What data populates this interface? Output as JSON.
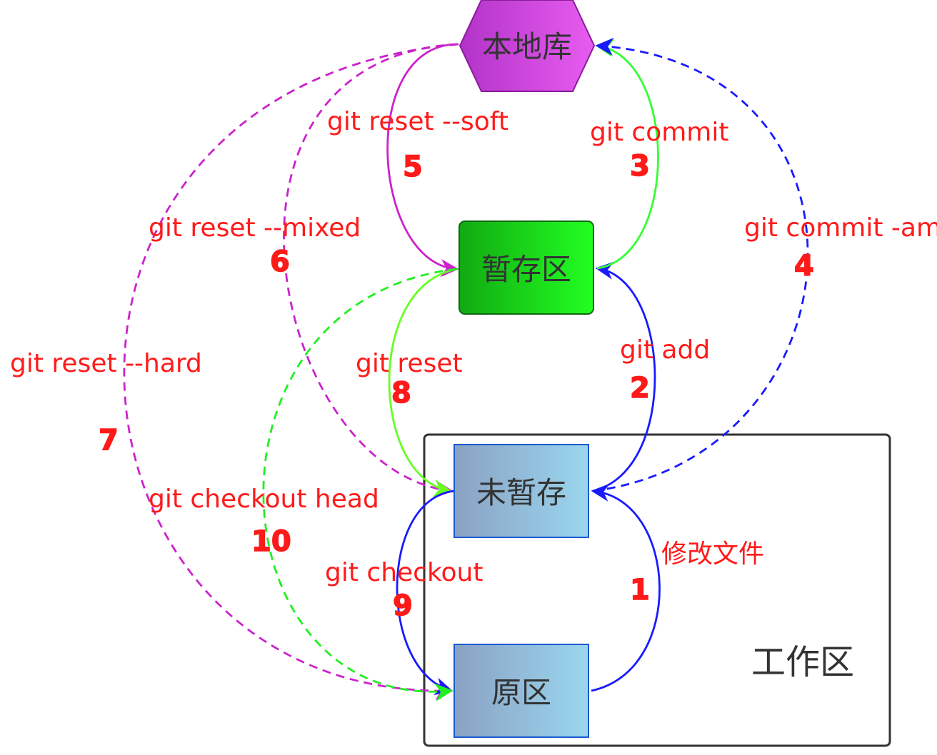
{
  "nodes": {
    "local_repo": "本地库",
    "staging": "暂存区",
    "unstaged": "未暂存",
    "original": "原区",
    "workspace": "工作区"
  },
  "edges": [
    {
      "id": "modify-file",
      "label": "修改文件",
      "step": "1",
      "color": "#1a1aff",
      "dashed": false
    },
    {
      "id": "git-add",
      "label": "git add",
      "step": "2",
      "color": "#1a1aff",
      "dashed": false
    },
    {
      "id": "git-commit",
      "label": "git commit",
      "step": "3",
      "color": "#33ff33",
      "dashed": false
    },
    {
      "id": "git-commit-am",
      "label": "git commit -am",
      "step": "4",
      "color": "#1a1aff",
      "dashed": true
    },
    {
      "id": "git-reset-soft",
      "label": "git reset --soft",
      "step": "5",
      "color": "#cc22cc",
      "dashed": false
    },
    {
      "id": "git-reset-mixed",
      "label": "git reset --mixed",
      "step": "6",
      "color": "#cc22cc",
      "dashed": true
    },
    {
      "id": "git-reset-hard",
      "label": "git reset --hard",
      "step": "7",
      "color": "#cc22cc",
      "dashed": true
    },
    {
      "id": "git-reset",
      "label": "git reset",
      "step": "8",
      "color": "#66ff22",
      "dashed": false
    },
    {
      "id": "git-checkout",
      "label": "git checkout",
      "step": "9",
      "color": "#1a1aff",
      "dashed": false
    },
    {
      "id": "git-checkout-head",
      "label": "git checkout head",
      "step": "10",
      "color": "#22ee22",
      "dashed": true
    }
  ]
}
